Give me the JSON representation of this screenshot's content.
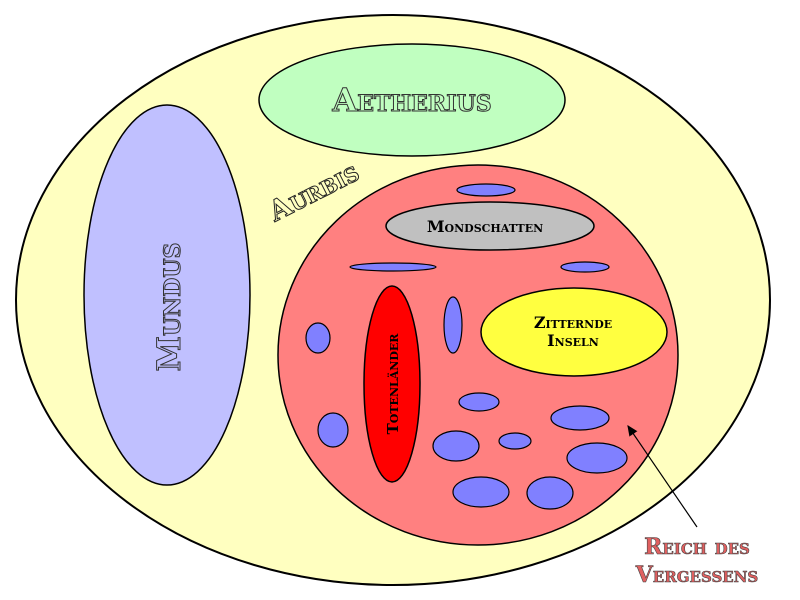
{
  "labels": {
    "aurbis": "Aurbis",
    "aetherius": "Aetherius",
    "mundus": "Mundus",
    "mondschatten": "Mondschatten",
    "zitternde_line1": "Zitternde",
    "zitternde_line2": "Inseln",
    "totenlaender": "Totenländer",
    "reich_line1": "Reich des",
    "reich_line2": "Vergessens"
  },
  "colors": {
    "aurbis": "#ffffc0",
    "aetherius": "#c0ffc0",
    "mundus": "#c0c0ff",
    "oblivion": "#ff8080",
    "mondschatten": "#c0c0c0",
    "zitternde": "#ffff40",
    "totenlaender": "#ff0000",
    "realms": "#8080ff"
  }
}
